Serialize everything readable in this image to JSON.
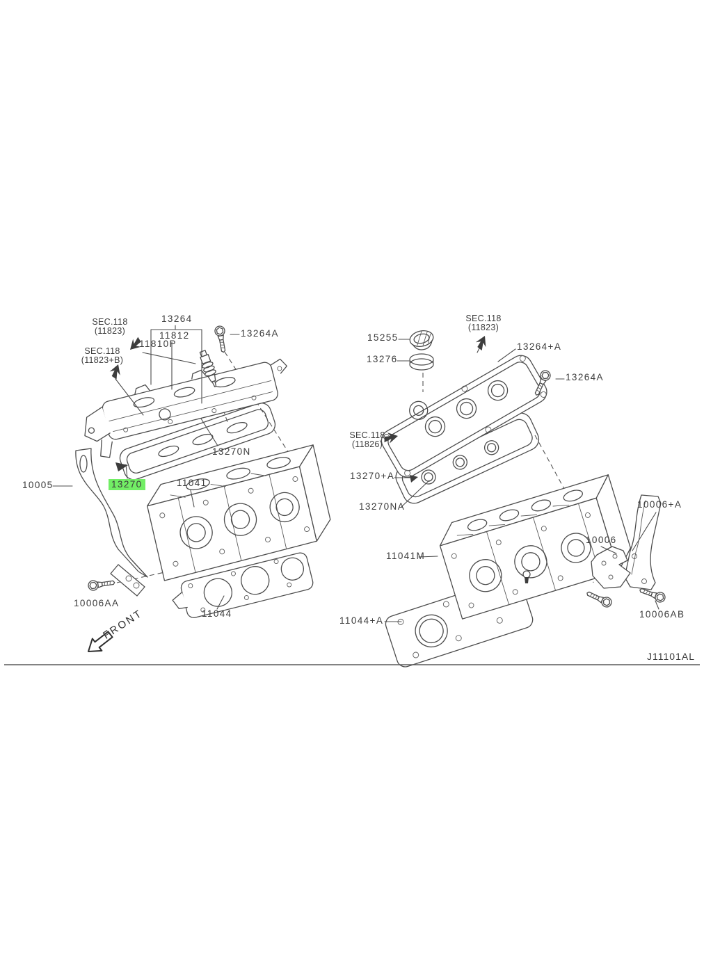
{
  "document": {
    "type": "engine-parts-exploded-diagram",
    "code": "J11101AL"
  },
  "highlight": {
    "selected_part": "13270",
    "color": "#72ee65"
  },
  "orientation": {
    "front_label": "FRONT"
  },
  "left_view": {
    "sec_ref_a": {
      "line1": "SEC.118",
      "line2": "(11823)"
    },
    "sec_ref_b": {
      "line1": "SEC.118",
      "line2": "(11823+B)"
    },
    "parts": {
      "p13264": "13264",
      "p11812": "11812",
      "p11810P": "11810P",
      "p13264A": "13264A",
      "p13270N": "13270N",
      "p10005": "10005",
      "p13270": "13270",
      "p11041": "11041",
      "p10006AA": "10006AA",
      "p11044": "11044"
    }
  },
  "right_view": {
    "sec_ref_a": {
      "line1": "SEC.118",
      "line2": "(11823)"
    },
    "sec_ref_b": {
      "line1": "SEC.118",
      "line2": "(11826)"
    },
    "parts": {
      "p15255": "15255",
      "p13276": "13276",
      "p13264pA": "13264+A",
      "p13264A": "13264A",
      "p13270pA": "13270+A",
      "p13270NA": "13270NA",
      "p11041M": "11041M",
      "p10006": "10006",
      "p10006pA": "10006+A",
      "p11044pA": "11044+A",
      "p10006AB": "10006AB"
    }
  }
}
